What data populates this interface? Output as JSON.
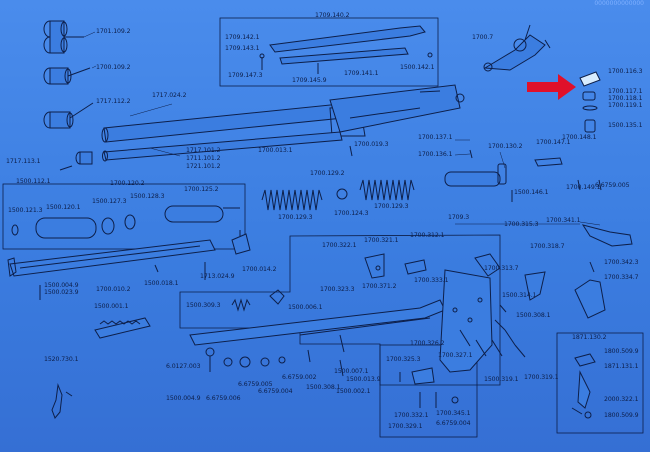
{
  "diagram": {
    "type": "exploded parts diagram",
    "background_color": "#3b7de0",
    "line_color": "#0d1f4a",
    "highlight_arrow_color": "#e0102a",
    "highlighted_part": "1700.116.3",
    "corner_text": "0000000000000",
    "part_labels": [
      {
        "id": "p1",
        "text": "1701.109.2"
      },
      {
        "id": "p2",
        "text": "1700.109.2"
      },
      {
        "id": "p3",
        "text": "1717.112.2"
      },
      {
        "id": "p4",
        "text": "1717.024.2"
      },
      {
        "id": "p5",
        "text": "1717.113.1"
      },
      {
        "id": "p6",
        "text": "1500.112.1"
      },
      {
        "id": "p7",
        "text": "1717.101.2"
      },
      {
        "id": "p8",
        "text": "1711.101.2"
      },
      {
        "id": "p9",
        "text": "1721.101.2"
      },
      {
        "id": "p10",
        "text": "1709.140.2"
      },
      {
        "id": "p11",
        "text": "1709.142.1"
      },
      {
        "id": "p12",
        "text": "1709.143.1"
      },
      {
        "id": "p13",
        "text": "1709.147.3"
      },
      {
        "id": "p14",
        "text": "1709.145.9"
      },
      {
        "id": "p15",
        "text": "1709.141.1"
      },
      {
        "id": "p16",
        "text": "1500.142.1"
      },
      {
        "id": "p17",
        "text": "1700.7"
      },
      {
        "id": "p18",
        "text": "1700.116.3"
      },
      {
        "id": "p19",
        "text": "1700.117.1"
      },
      {
        "id": "p20",
        "text": "1700.118.1"
      },
      {
        "id": "p21",
        "text": "1700.119.1"
      },
      {
        "id": "p22",
        "text": "1500.135.1"
      },
      {
        "id": "p23",
        "text": "1700.013.1"
      },
      {
        "id": "p24",
        "text": "1700.019.3"
      },
      {
        "id": "p25",
        "text": "1700.137.1"
      },
      {
        "id": "p26",
        "text": "1700.136.1"
      },
      {
        "id": "p27",
        "text": "1700.130.2"
      },
      {
        "id": "p28",
        "text": "1700.147.1"
      },
      {
        "id": "p29",
        "text": "1700.148.1"
      },
      {
        "id": "p30",
        "text": "1700.149.1"
      },
      {
        "id": "p31",
        "text": "6.6759.005"
      },
      {
        "id": "p32",
        "text": "1500.146.1"
      },
      {
        "id": "p33",
        "text": "1700.120.2"
      },
      {
        "id": "p34",
        "text": "1500.121.3"
      },
      {
        "id": "p35",
        "text": "1500.120.1"
      },
      {
        "id": "p36",
        "text": "1500.127.3"
      },
      {
        "id": "p37",
        "text": "1500.128.3"
      },
      {
        "id": "p38",
        "text": "1700.125.2"
      },
      {
        "id": "p39",
        "text": "1700.129.2"
      },
      {
        "id": "p40",
        "text": "1700.129.3"
      },
      {
        "id": "p41",
        "text": "1700.124.3"
      },
      {
        "id": "p42",
        "text": "1700.129.3"
      },
      {
        "id": "p43",
        "text": "1709.3"
      },
      {
        "id": "p44",
        "text": "1700.315.3"
      },
      {
        "id": "p45",
        "text": "1700.341.1"
      },
      {
        "id": "p46",
        "text": "1700.322.1"
      },
      {
        "id": "p47",
        "text": "1700.321.1"
      },
      {
        "id": "p48",
        "text": "1700.312.1"
      },
      {
        "id": "p49",
        "text": "1700.318.7"
      },
      {
        "id": "p50",
        "text": "1700.342.3"
      },
      {
        "id": "p51",
        "text": "1700.313.7"
      },
      {
        "id": "p52",
        "text": "1700.334.7"
      },
      {
        "id": "p53",
        "text": "1700.323.3"
      },
      {
        "id": "p54",
        "text": "1700.371.2"
      },
      {
        "id": "p55",
        "text": "1700.333.1"
      },
      {
        "id": "p56",
        "text": "1500.314.1"
      },
      {
        "id": "p57",
        "text": "1500.308.1"
      },
      {
        "id": "p58",
        "text": "1500.004.9"
      },
      {
        "id": "p59",
        "text": "1500.023.9"
      },
      {
        "id": "p60",
        "text": "1700.010.2"
      },
      {
        "id": "p61",
        "text": "1500.018.1"
      },
      {
        "id": "p62",
        "text": "1713.024.9"
      },
      {
        "id": "p63",
        "text": "1700.014.2"
      },
      {
        "id": "p64",
        "text": "1500.001.1"
      },
      {
        "id": "p65",
        "text": "1500.309.3"
      },
      {
        "id": "p66",
        "text": "1500.006.1"
      },
      {
        "id": "p67",
        "text": "1520.730.1"
      },
      {
        "id": "p68",
        "text": "6.0127.003"
      },
      {
        "id": "p69",
        "text": "1500.004.9"
      },
      {
        "id": "p70",
        "text": "6.6759.006"
      },
      {
        "id": "p71",
        "text": "6.6759.005"
      },
      {
        "id": "p72",
        "text": "6.6759.004"
      },
      {
        "id": "p73",
        "text": "6.6759.002"
      },
      {
        "id": "p74",
        "text": "1500.308.1"
      },
      {
        "id": "p75",
        "text": "1500.007.1"
      },
      {
        "id": "p76",
        "text": "1500.013.9"
      },
      {
        "id": "p77",
        "text": "1500.002.1"
      },
      {
        "id": "p78",
        "text": "1700.326.2"
      },
      {
        "id": "p79",
        "text": "1700.325.3"
      },
      {
        "id": "p80",
        "text": "1700.327.1"
      },
      {
        "id": "p81",
        "text": "1700.332.1"
      },
      {
        "id": "p82",
        "text": "1700.329.1"
      },
      {
        "id": "p83",
        "text": "1700.345.1"
      },
      {
        "id": "p84",
        "text": "6.6759.004"
      },
      {
        "id": "p85",
        "text": "1500.319.1"
      },
      {
        "id": "p86",
        "text": "1700.319.1"
      },
      {
        "id": "p87",
        "text": "1871.130.2"
      },
      {
        "id": "p88",
        "text": "1800.509.9"
      },
      {
        "id": "p89",
        "text": "1871.131.1"
      },
      {
        "id": "p90",
        "text": "2000.322.1"
      },
      {
        "id": "p91",
        "text": "1800.509.9"
      }
    ]
  }
}
